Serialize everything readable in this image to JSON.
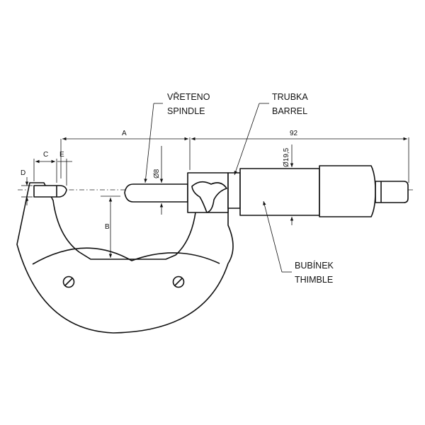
{
  "labels": {
    "spindle_cz": "VŘETENO",
    "spindle_en": "SPINDLE",
    "barrel_cz": "TRUBKA",
    "barrel_en": "BARREL",
    "thimble_cz": "BUBÍNEK",
    "thimble_en": "THIMBLE"
  },
  "dimensions": {
    "a": "A",
    "b": "B",
    "c": "C",
    "d": "D",
    "e": "E",
    "length_92": "92",
    "dia_8": "Ø8",
    "dia_19_5": "Ø19,5"
  }
}
